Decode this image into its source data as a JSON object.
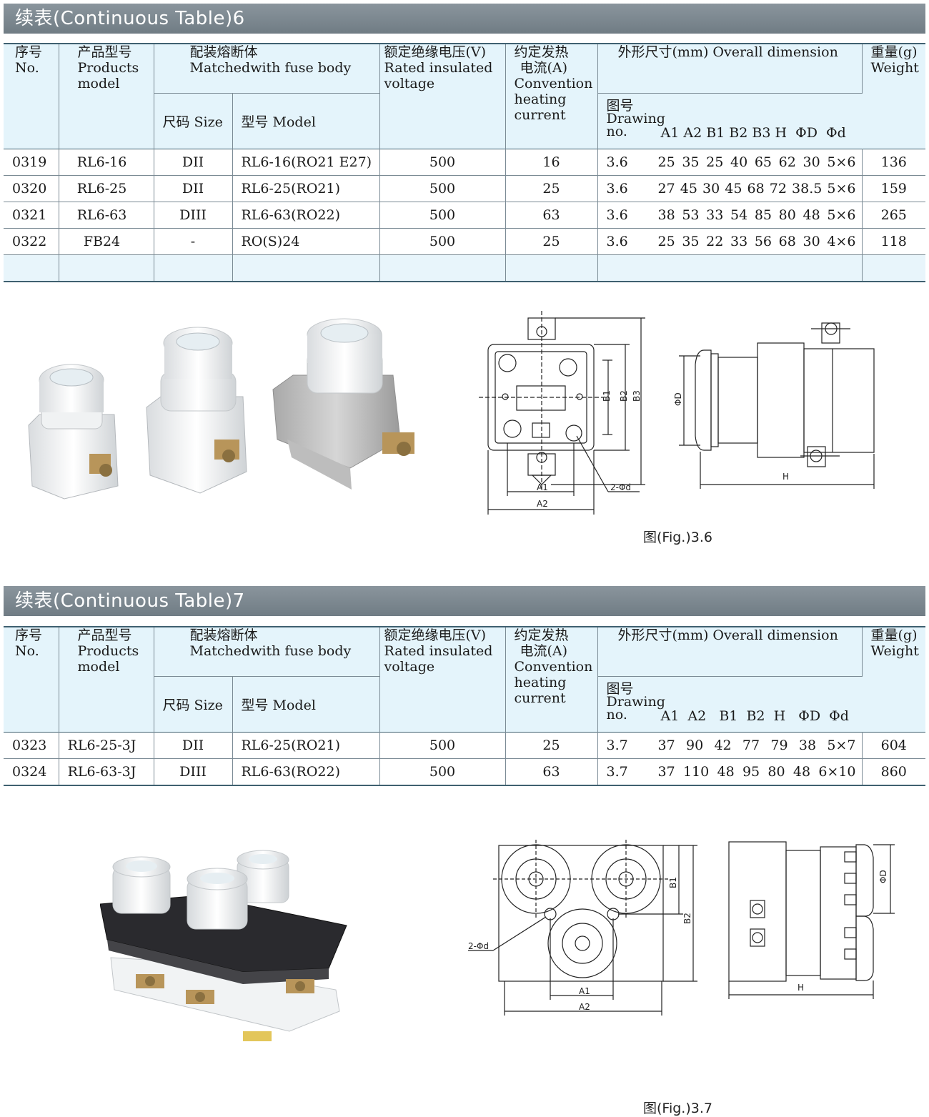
{
  "section1": {
    "title": "续表(Continuous Table)6",
    "headers": {
      "no": [
        "序号",
        "No."
      ],
      "model": [
        "产品型号",
        "Products",
        "model"
      ],
      "matched": [
        "配装熔断体",
        "Matchedwith fuse body"
      ],
      "size": "尺码 Size",
      "fuse_model": "型号 Model",
      "voltage": [
        "额定绝缘电压(V)",
        "Rated insulated",
        "voltage"
      ],
      "current": [
        "约定发热",
        "电流(A)",
        "Convention",
        "heating",
        "current"
      ],
      "overall": "外形尺寸(mm) Overall dimension",
      "drawing": [
        "图号",
        "Drawing",
        "no."
      ],
      "dims": "A1 A2 B1 B2 B3 H  ΦD  Φd",
      "weight": [
        "重量(g)",
        "Weight"
      ]
    },
    "rows": [
      {
        "no": "0319",
        "model": "RL6-16",
        "size": "DII",
        "fuse": "RL6-16(RO21 E27)",
        "voltage": "500",
        "current": "16",
        "drawing": "3.6",
        "dims": [
          "25",
          "35",
          "25",
          "40",
          "65",
          "62",
          "30",
          "5×6"
        ],
        "weight": "136"
      },
      {
        "no": "0320",
        "model": "RL6-25",
        "size": "DII",
        "fuse": "RL6-25(RO21)",
        "voltage": "500",
        "current": "25",
        "drawing": "3.6",
        "dims": [
          "27",
          "45",
          "30",
          "45",
          "68",
          "72",
          "38.5",
          "5×6"
        ],
        "weight": "159"
      },
      {
        "no": "0321",
        "model": "RL6-63",
        "size": "DIII",
        "fuse": "RL6-63(RO22)",
        "voltage": "500",
        "current": "63",
        "drawing": "3.6",
        "dims": [
          "38",
          "53",
          "33",
          "54",
          "85",
          "80",
          "48",
          "5×6"
        ],
        "weight": "265"
      },
      {
        "no": "0322",
        "model": "FB24",
        "size": "-",
        "fuse": "RO(S)24",
        "voltage": "500",
        "current": "25",
        "drawing": "3.6",
        "dims": [
          "25",
          "35",
          "22",
          "33",
          "56",
          "68",
          "30",
          "4×6"
        ],
        "weight": "118"
      }
    ],
    "figure_caption": "图(Fig.)3.6",
    "drawing_labels": {
      "b1": "B1",
      "b2": "B2",
      "b3": "B3",
      "a1": "A1",
      "a2": "A2",
      "hole": "2-Φd",
      "phid": "ΦD",
      "h": "H"
    }
  },
  "section2": {
    "title": "续表(Continuous Table)7",
    "headers": {
      "dims": "A1  A2   B1  B2  H   ΦD  Φd"
    },
    "rows": [
      {
        "no": "0323",
        "model": "RL6-25-3J",
        "size": "DII",
        "fuse": "RL6-25(RO21)",
        "voltage": "500",
        "current": "25",
        "drawing": "3.7",
        "dims": [
          "37",
          "90",
          "42",
          "77",
          "79",
          "38",
          "5×7"
        ],
        "weight": "604"
      },
      {
        "no": "0324",
        "model": "RL6-63-3J",
        "size": "DIII",
        "fuse": "RL6-63(RO22)",
        "voltage": "500",
        "current": "63",
        "drawing": "3.7",
        "dims": [
          "37",
          "110",
          "48",
          "95",
          "80",
          "48",
          "6×10"
        ],
        "weight": "860"
      }
    ],
    "figure_caption": "图(Fig.)3.7",
    "drawing_labels": {
      "b1": "B1",
      "b2": "B2",
      "a1": "A1",
      "a2": "A2",
      "hole": "2-Φd",
      "phid": "ΦD",
      "h": "H"
    }
  }
}
